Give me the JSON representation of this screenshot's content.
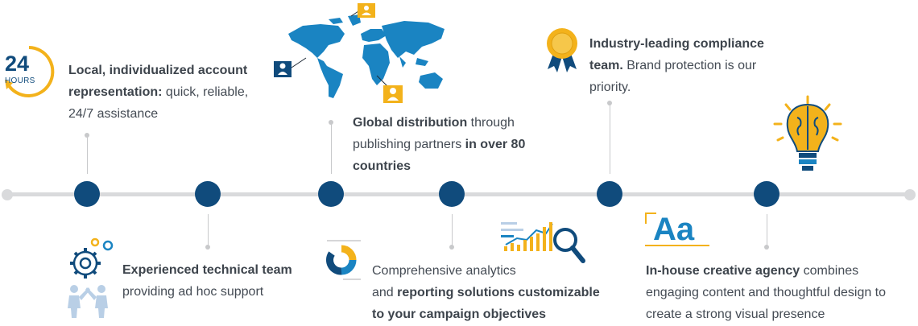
{
  "colors": {
    "navy": "#104b7c",
    "map_blue": "#1a84c2",
    "gold": "#f3b21b",
    "rail_gray": "#d9dadc",
    "text": "#444b54"
  },
  "items": [
    {
      "id": "support",
      "icon": "24-hours-icon",
      "icon_number": "24",
      "icon_label": "HOURS",
      "parts": [
        {
          "bold": "Local, individualized account representation:",
          "rest": " quick, reliable, 24/7 assistance"
        }
      ]
    },
    {
      "id": "technical",
      "icon": "gears-teamwork-icon",
      "bold": "Experienced technical team",
      "rest": "providing ad hoc support"
    },
    {
      "id": "distribution",
      "icon": "world-map-icon",
      "bold1": "Global distribution",
      "rest1": " through publishing partners ",
      "bold2": "in over 80 countries"
    },
    {
      "id": "analytics",
      "icon": "donut-chart-icon",
      "line1": "Comprehensive analytics",
      "line2_plain": "and ",
      "line2_bold": "reporting solutions customizable",
      "line3_bold": "to your campaign objectives"
    },
    {
      "id": "compliance",
      "icon": "award-ribbon-icon",
      "bold": "Industry-leading compliance team.",
      "rest": " Brand protection is our priority."
    },
    {
      "id": "creative",
      "icon": "lightbulb-brain-icon",
      "type_icon_text": "Aa",
      "bold": "In-house creative agency",
      "rest": " combines engaging content and thoughtful design to create a strong visual presence"
    }
  ]
}
